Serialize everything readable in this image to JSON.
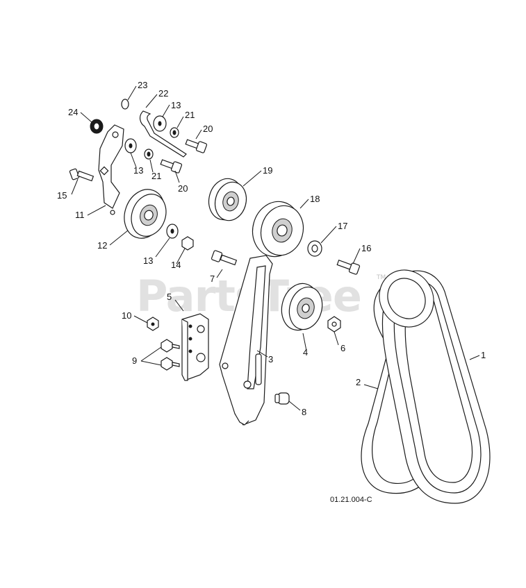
{
  "diagram": {
    "code": "01.21.004-C",
    "watermark": "PartsTree",
    "watermark_mark": "TM",
    "callouts": [
      "1",
      "2",
      "3",
      "4",
      "5",
      "6",
      "7",
      "8",
      "9",
      "10",
      "11",
      "12",
      "13",
      "13",
      "13",
      "14",
      "15",
      "16",
      "17",
      "18",
      "19",
      "20",
      "20",
      "21",
      "21",
      "22",
      "23",
      "24"
    ]
  }
}
